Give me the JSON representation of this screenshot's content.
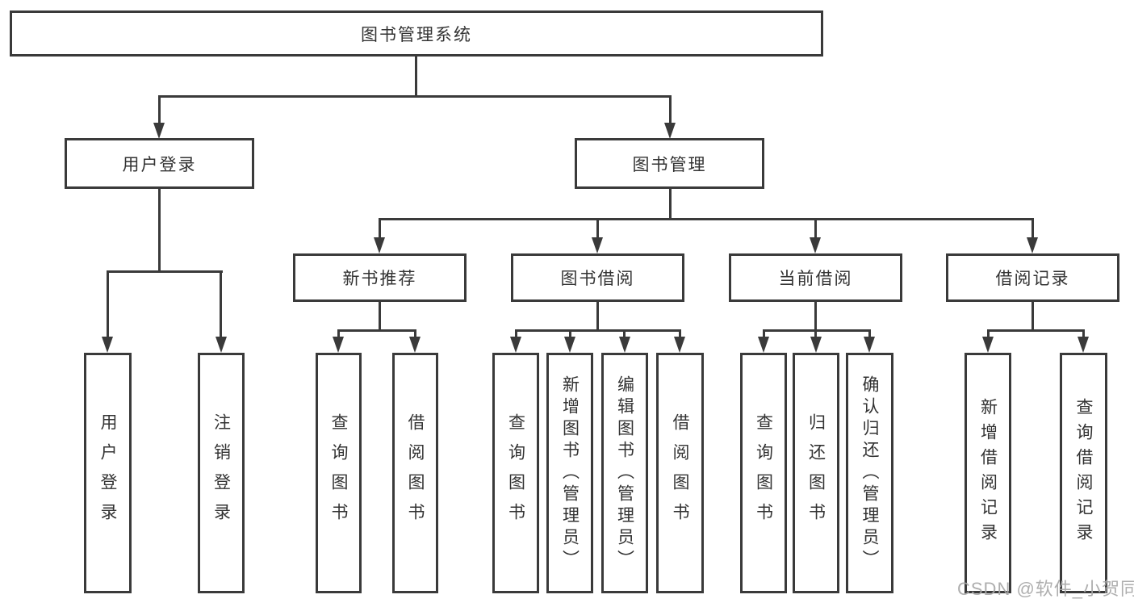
{
  "colors": {
    "line": "#3a3a3a",
    "box_border": "#3a3a3a",
    "box_background": "#ffffff",
    "text": "#333333",
    "watermark": "#a8a8a8",
    "page_background": "#ffffff"
  },
  "watermark": "CSDN @软件_小贺同学",
  "tree": {
    "root": {
      "label": "图书管理系统"
    },
    "branches": [
      {
        "label": "用户登录",
        "children": [
          {
            "label": "用户登录"
          },
          {
            "label": "注销登录"
          }
        ]
      },
      {
        "label": "图书管理",
        "sections": [
          {
            "label": "新书推荐",
            "children": [
              {
                "label": "查询图书"
              },
              {
                "label": "借阅图书"
              }
            ]
          },
          {
            "label": "图书借阅",
            "children": [
              {
                "label": "查询图书"
              },
              {
                "label": "新增图书（管理员）"
              },
              {
                "label": "编辑图书（管理员）"
              },
              {
                "label": "借阅图书"
              }
            ]
          },
          {
            "label": "当前借阅",
            "children": [
              {
                "label": "查询图书"
              },
              {
                "label": "归还图书"
              },
              {
                "label": "确认归还（管理员）"
              }
            ]
          },
          {
            "label": "借阅记录",
            "children": [
              {
                "label": "新增借阅记录"
              },
              {
                "label": "查询借阅记录"
              }
            ]
          }
        ]
      }
    ]
  }
}
